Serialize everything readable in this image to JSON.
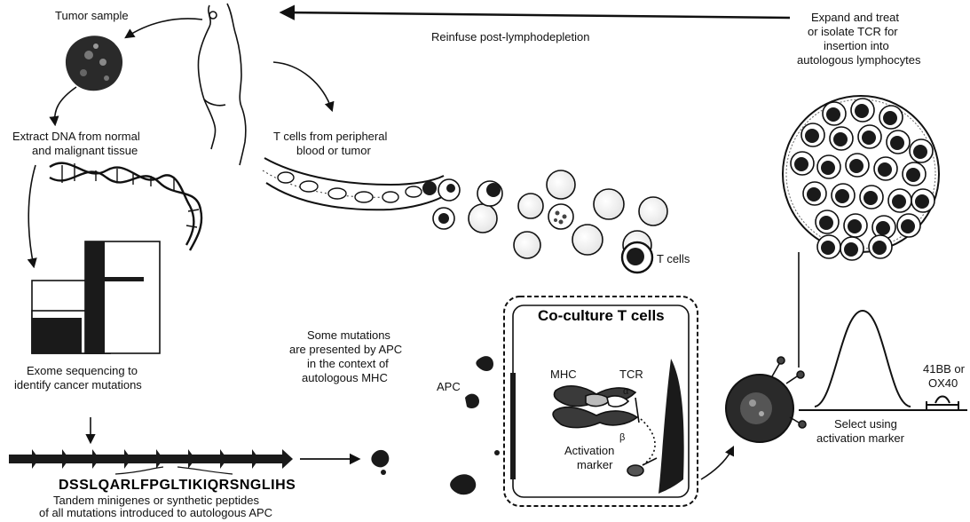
{
  "labels": {
    "tumor_sample": "Tumor sample",
    "reinfuse": "Reinfuse post-lymphodepletion",
    "expand_1": "Expand and treat",
    "expand_2": "or isolate TCR for",
    "expand_3": "insertion into",
    "expand_4": "autologous lymphocytes",
    "extract_1": "Extract DNA from normal",
    "extract_2": "and malignant tissue",
    "tcells_src_1": "T cells from peripheral",
    "tcells_src_2": "blood or tumor",
    "t_cells": "T cells",
    "exome_1": "Exome sequencing to",
    "exome_2": "identify cancer mutations",
    "mutations_1": "Some mutations",
    "mutations_2": "are presented by APC",
    "mutations_3": "in the context of",
    "mutations_4": "autologous MHC",
    "apc": "APC",
    "coculture": "Co-culture T cells",
    "mhc": "MHC",
    "tcr": "TCR",
    "alpha": "α",
    "beta": "β",
    "activation_1": "Activation",
    "activation_2": "marker",
    "marker_1": "41BB or",
    "marker_2": "OX40",
    "select_1": "Select using",
    "select_2": "activation marker",
    "sequence": "DSSLQARLFPGLTIKIQRSNGLIHS",
    "tandem_1": "Tandem minigenes or synthetic peptides",
    "tandem_2": "of all mutations introduced to autologous APC"
  },
  "colors": {
    "ink": "#111111",
    "background": "#ffffff"
  }
}
